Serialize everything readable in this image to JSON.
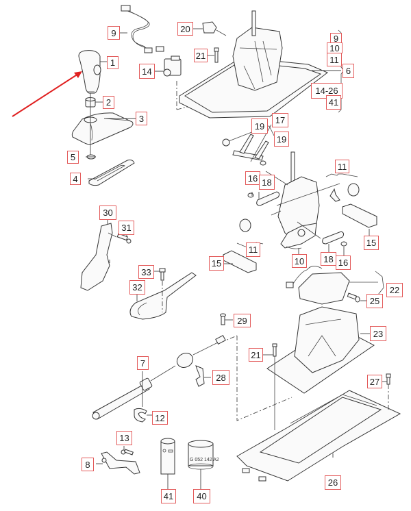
{
  "diagram": {
    "type": "exploded-parts-diagram",
    "subject": "automatic transmission gear selector assembly",
    "highlight_arrow": {
      "color": "#e02020",
      "points_to_part": "1"
    },
    "label_border_color": "#e35b5b",
    "labels": [
      {
        "id": "lbl-1",
        "text": "1"
      },
      {
        "id": "lbl-2",
        "text": "2"
      },
      {
        "id": "lbl-3",
        "text": "3"
      },
      {
        "id": "lbl-4",
        "text": "4"
      },
      {
        "id": "lbl-5",
        "text": "5"
      },
      {
        "id": "lbl-6",
        "text": "6"
      },
      {
        "id": "lbl-7",
        "text": "7"
      },
      {
        "id": "lbl-8",
        "text": "8"
      },
      {
        "id": "lbl-9a",
        "text": "9"
      },
      {
        "id": "lbl-9b",
        "text": "9"
      },
      {
        "id": "lbl-10a",
        "text": "10"
      },
      {
        "id": "lbl-10b",
        "text": "10"
      },
      {
        "id": "lbl-11a",
        "text": "11"
      },
      {
        "id": "lbl-11b",
        "text": "11"
      },
      {
        "id": "lbl-11c",
        "text": "11"
      },
      {
        "id": "lbl-12",
        "text": "12"
      },
      {
        "id": "lbl-13",
        "text": "13"
      },
      {
        "id": "lbl-14",
        "text": "14"
      },
      {
        "id": "lbl-14-26",
        "text": "14-26"
      },
      {
        "id": "lbl-15a",
        "text": "15"
      },
      {
        "id": "lbl-15b",
        "text": "15"
      },
      {
        "id": "lbl-16a",
        "text": "16"
      },
      {
        "id": "lbl-16b",
        "text": "16"
      },
      {
        "id": "lbl-17",
        "text": "17"
      },
      {
        "id": "lbl-18a",
        "text": "18"
      },
      {
        "id": "lbl-18b",
        "text": "18"
      },
      {
        "id": "lbl-19a",
        "text": "19"
      },
      {
        "id": "lbl-19b",
        "text": "19"
      },
      {
        "id": "lbl-20",
        "text": "20"
      },
      {
        "id": "lbl-21a",
        "text": "21"
      },
      {
        "id": "lbl-21b",
        "text": "21"
      },
      {
        "id": "lbl-22",
        "text": "22"
      },
      {
        "id": "lbl-23",
        "text": "23"
      },
      {
        "id": "lbl-25",
        "text": "25"
      },
      {
        "id": "lbl-26",
        "text": "26"
      },
      {
        "id": "lbl-27",
        "text": "27"
      },
      {
        "id": "lbl-28",
        "text": "28"
      },
      {
        "id": "lbl-29",
        "text": "29"
      },
      {
        "id": "lbl-30",
        "text": "30"
      },
      {
        "id": "lbl-31",
        "text": "31"
      },
      {
        "id": "lbl-32",
        "text": "32"
      },
      {
        "id": "lbl-33",
        "text": "33"
      },
      {
        "id": "lbl-40",
        "text": "40"
      },
      {
        "id": "lbl-41a",
        "text": "41"
      },
      {
        "id": "lbl-41b",
        "text": "41"
      }
    ],
    "part_40_code": "G 052 142 A2"
  }
}
